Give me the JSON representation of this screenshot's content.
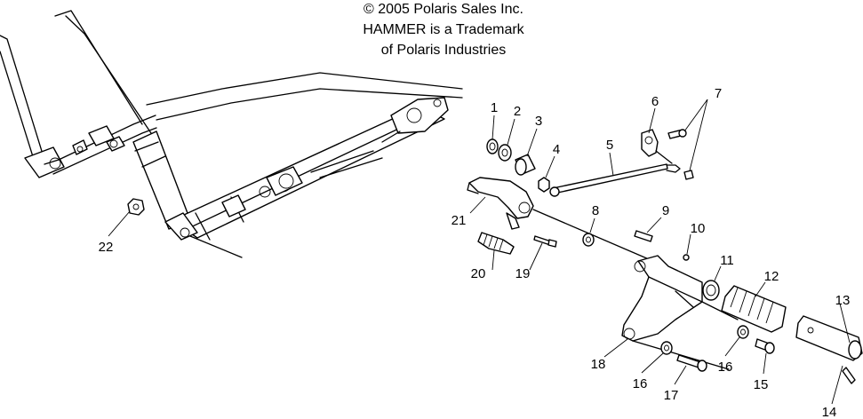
{
  "caption": {
    "line1": "© 2005 Polaris Sales Inc.",
    "line2": "HAMMER is a Trademark",
    "line3": "of Polaris Industries"
  },
  "callouts": {
    "c1": "1",
    "c2": "2",
    "c3": "3",
    "c4": "4",
    "c5": "5",
    "c6": "6",
    "c7": "7",
    "c8": "8",
    "c9": "9",
    "c10": "10",
    "c11": "11",
    "c12": "12",
    "c13": "13",
    "c14": "14",
    "c15": "15",
    "c16a": "16",
    "c16b": "16",
    "c17": "17",
    "c18": "18",
    "c19": "19",
    "c20": "20",
    "c21": "21",
    "c22": "22"
  }
}
